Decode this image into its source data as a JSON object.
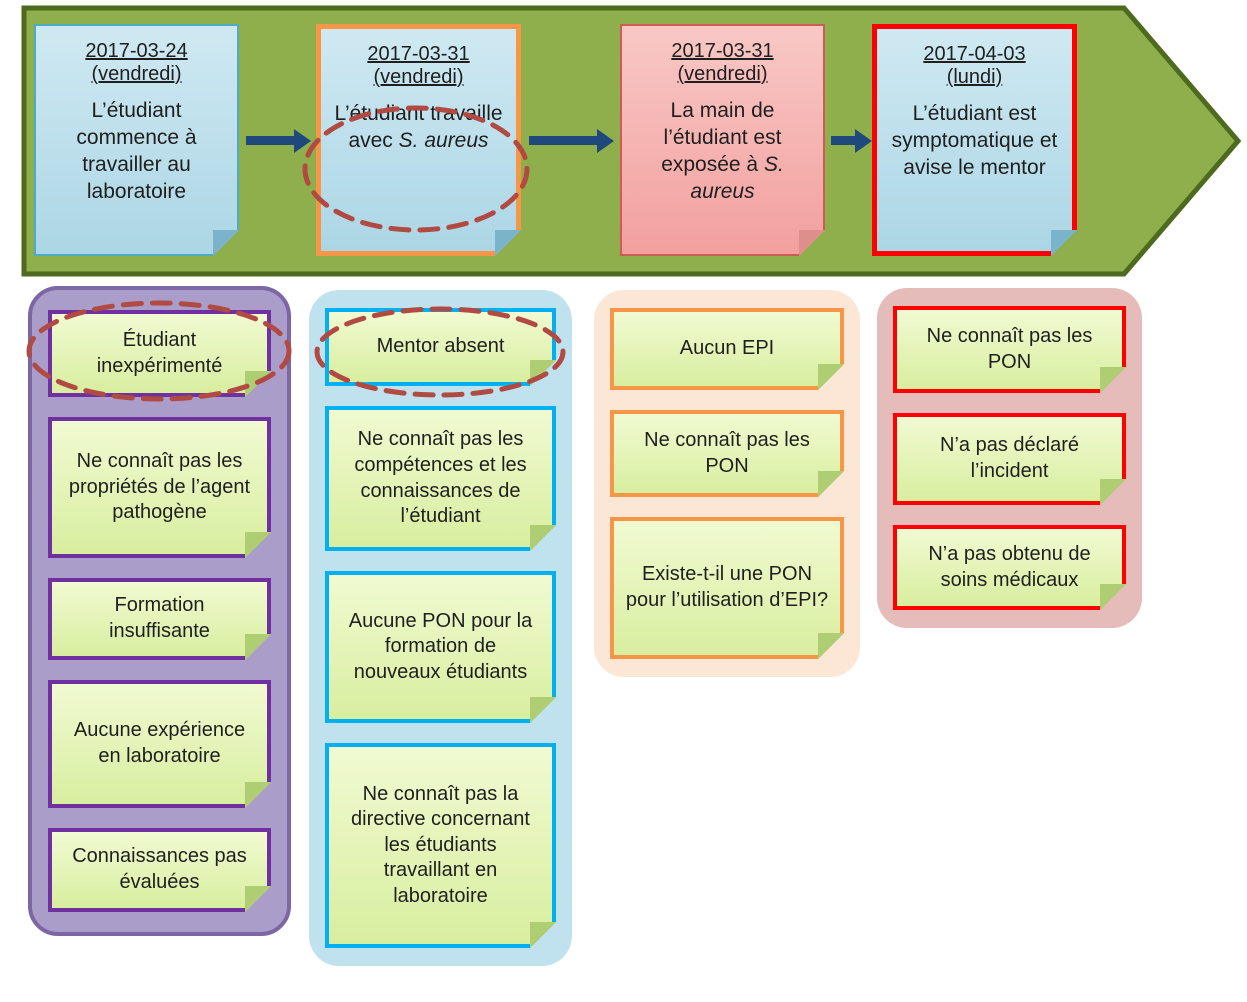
{
  "timeline": {
    "events": [
      {
        "date": "2017-03-24",
        "day": "(vendredi)",
        "text": "L’étudiant commence à travailler au laboratoire",
        "species": "",
        "circled": false
      },
      {
        "date": "2017-03-31",
        "day": "(vendredi)",
        "text": "L’étudiant travaille avec",
        "species": "S. aureus",
        "circled": true
      },
      {
        "date": "2017-03-31",
        "day": "(vendredi)",
        "text": "La main de l’étudiant est exposée à",
        "species": "S. aureus",
        "circled": false
      },
      {
        "date": "2017-04-03",
        "day": "(lundi)",
        "text": "L’étudiant est symptomatique et avise le mentor",
        "species": "",
        "circled": false
      }
    ]
  },
  "causes": {
    "purple": [
      "Étudiant inexpérimenté",
      "Ne connaît pas les propriétés de l’agent pathogène",
      "Formation insuffisante",
      "Aucune expérience en laboratoire",
      "Connaissances pas évaluées"
    ],
    "blue": [
      "Mentor absent",
      "Ne connaît pas les compétences et les connaissances de l’étudiant",
      "Aucune PON pour la formation de nouveaux étudiants",
      "Ne connaît pas la directive concernant les étudiants travaillant en laboratoire"
    ],
    "orange": [
      "Aucun EPI",
      "Ne connaît pas les PON",
      "Existe-t-il une PON pour l’utilisation d’EPI?"
    ],
    "red": [
      "Ne connaît pas les PON",
      "N’a pas déclaré l’incident",
      "N’a pas obtenu de soins médicaux"
    ]
  },
  "circled_causes": [
    "Étudiant inexpérimenté",
    "Mentor absent"
  ],
  "colors": {
    "arrow_fill": "#8FAF4C",
    "arrow_border": "#4D6A1E",
    "connector_blue": "#1F497D",
    "highlight_ellipse": "#B04A42",
    "note_blue_top": "#CFE9F2",
    "note_blue_bottom": "#ACD6E5",
    "note_blue_border": "#4BACC6",
    "note_pink_top": "#F8C8C6",
    "note_pink_bottom": "#F2A09E",
    "note_pink_border": "#CF5B55",
    "note_green_top": "#F1FAD2",
    "note_green_bottom": "#D8EE9F",
    "border_orange": "#F79646",
    "border_red": "#FF0000",
    "border_purple": "#7030A0",
    "border_blue": "#00B0F0",
    "panel_purple": "#AB9DC9",
    "panel_blue": "#BFE2EE",
    "panel_peach": "#FCE6D5",
    "panel_rose": "#E6BCBA"
  },
  "icons": {
    "connector-arrow": "→",
    "folded-corner": "sticky-note fold triangle",
    "highlight-ellipse": "hand-drawn dashed oval"
  }
}
